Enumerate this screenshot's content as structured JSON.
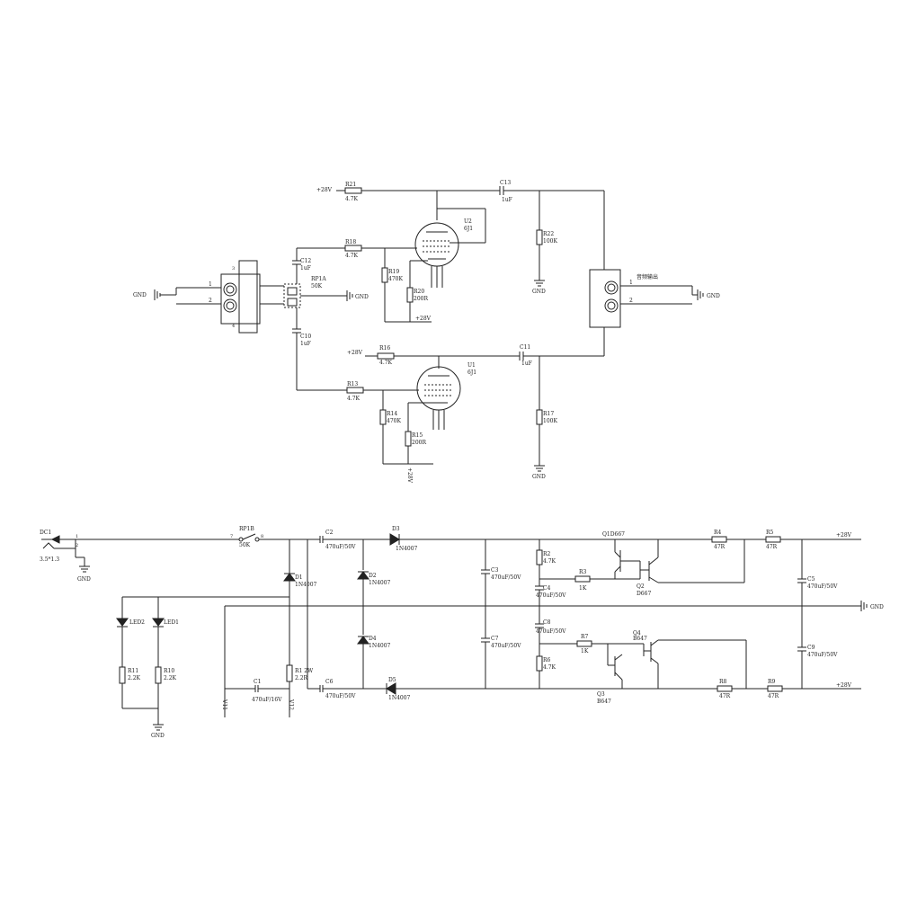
{
  "labels": {
    "plus28_r21": "+28V",
    "r21": "R21",
    "r21v": "4.7K",
    "c13": "C13",
    "c13v": "1uF",
    "u2": "U2",
    "u2t": "6J1",
    "r18": "R18",
    "r18v": "4.7K",
    "r19": "R19",
    "r19v": "470K",
    "r20": "R20",
    "r20v": "200R",
    "plus28_u2": "+28V",
    "r22": "R22",
    "r22v": "100K",
    "gnd_r22": "GND",
    "c12": "C12",
    "c12v": "1uF",
    "rp1a": "RP1A",
    "rp1av": "50K",
    "gnd_in": "GND",
    "gnd_rp1": "GND",
    "c10": "C10",
    "c10v": "1uF",
    "out_label": "音频输出",
    "gnd_out": "GND",
    "plus28_r16": "+28V",
    "r16": "R16",
    "r16v": "4.7K",
    "c11": "C11",
    "c11v": "1uF",
    "u1": "U1",
    "u1t": "6J1",
    "r13": "R13",
    "r13v": "4.7K",
    "r14": "R14",
    "r14v": "470K",
    "r15": "R15",
    "r15v": "200R",
    "plus28_u1": "+28V",
    "r17": "R17",
    "r17v": "100K",
    "gnd_r17": "GND",
    "dc1": "DC1",
    "dc1v": "3.5*1.3",
    "gnd_dc": "GND",
    "rp1b": "RP1B",
    "rp1bv": "50K",
    "c2": "C2",
    "c2v": "470uF/50V",
    "d3": "D3",
    "d3v": "1N4007",
    "d1": "D1",
    "d1v": "1N4007",
    "d2": "D2",
    "d2v": "1N4007",
    "d4": "D4",
    "d4v": "1N4007",
    "d5": "D5",
    "d5v": "1N4007",
    "c3": "C3",
    "c3v": "470uF/50V",
    "c7": "C7",
    "c7v": "470uF/50V",
    "r2": "R2",
    "r2v": "4.7K",
    "c4": "C4",
    "c4v": "470uF/50V",
    "r3": "R3",
    "r3v": "1K",
    "q1": "Q1D667",
    "q2": "Q2",
    "q2v": "D667",
    "r4": "R4",
    "r4v": "47R",
    "r5": "R5",
    "r5v": "47R",
    "plus28_top": "+28V",
    "c5": "C5",
    "c5v": "470uF/50V",
    "gnd_rail": "GND",
    "c8": "C8",
    "c8v": "470uF/50V",
    "r7": "R7",
    "r7v": "1K",
    "q4": "Q4",
    "q4v": "B647",
    "r6": "R6",
    "r6v": "4.7K",
    "c9": "C9",
    "c9v": "470uF/50V",
    "q3": "Q3",
    "q3v": "B647",
    "r8": "R8",
    "r8v": "47R",
    "r9": "R9",
    "r9v": "47R",
    "plus28_bot": "+28V",
    "led2": "LED2",
    "led1": "LED1",
    "r11": "R11",
    "r11v": "2.2K",
    "r10": "R10",
    "r10v": "2.2K",
    "gnd_led": "GND",
    "c1": "C1",
    "c1v": "470uF/16V",
    "r1": "R1 2W",
    "r1v": "2.2R",
    "c6": "C6",
    "c6v": "470uF/50V",
    "c6note": "",
    "v11": "V11",
    "v12": "V12"
  }
}
